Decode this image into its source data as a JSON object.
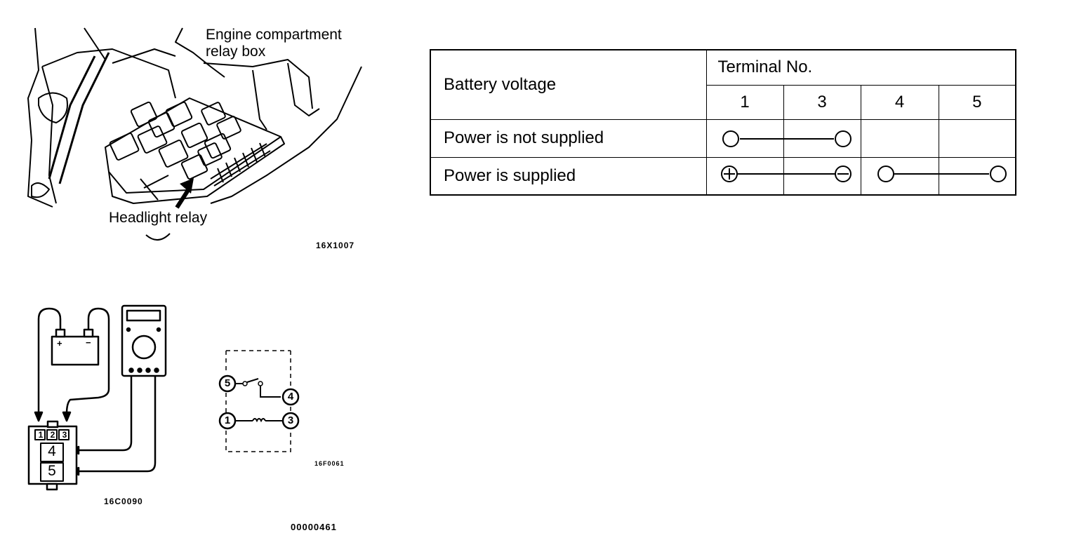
{
  "relay_box_figure": {
    "callout_top_line1": "Engine compartment",
    "callout_top_line2": "relay box",
    "callout_bottom": "Headlight relay",
    "figure_code": "16X1007"
  },
  "wiring_figure": {
    "battery_plus": "+",
    "battery_minus": "−",
    "terminals_top": [
      "1",
      "2",
      "3"
    ],
    "terminal_mid": "4",
    "terminal_bottom": "5",
    "figure_code": "16C0090"
  },
  "schematic_figure": {
    "terminals": [
      "5",
      "4",
      "1",
      "3"
    ],
    "figure_code": "16F0061"
  },
  "page_code": "00000461",
  "table": {
    "row_header": "Battery voltage",
    "group_header": "Terminal No.",
    "terminals": [
      "1",
      "3",
      "4",
      "5"
    ],
    "rows": [
      {
        "label": "Power is not supplied",
        "connections": [
          [
            "1",
            "3"
          ]
        ]
      },
      {
        "label": "Power is supplied",
        "connections": [
          [
            "1+",
            "3-"
          ],
          [
            "4",
            "5"
          ]
        ]
      }
    ]
  }
}
